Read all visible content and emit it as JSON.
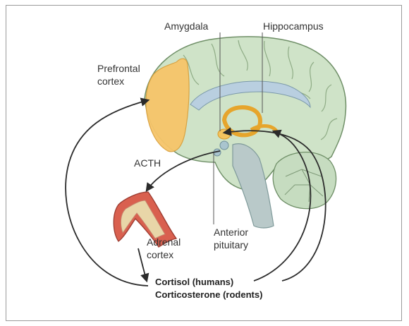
{
  "colors": {
    "brain_fill": "#cfe3c8",
    "brain_outline": "#6f8f67",
    "prefrontal_fill": "#f6c56a",
    "limbic_fill": "#f3c35e",
    "pituitary_fill": "#a9c4ce",
    "brainstem_fill": "#b9c9c9",
    "adrenal_outer": "#d9604f",
    "adrenal_inner": "#e8d6a8",
    "arrow": "#2b2b2b"
  },
  "labels": {
    "amygdala": "Amygdala",
    "hippocampus": "Hippocampus",
    "prefrontal_line1": "Prefrontal",
    "prefrontal_line2": "cortex",
    "acth": "ACTH",
    "anterior_pituitary_line1": "Anterior",
    "anterior_pituitary_line2": "pituitary",
    "adrenal_line1": "Adrenal",
    "adrenal_line2": "cortex",
    "cortisol": "Cortisol (humans)",
    "corticosterone": "Corticosterone (rodents)"
  }
}
